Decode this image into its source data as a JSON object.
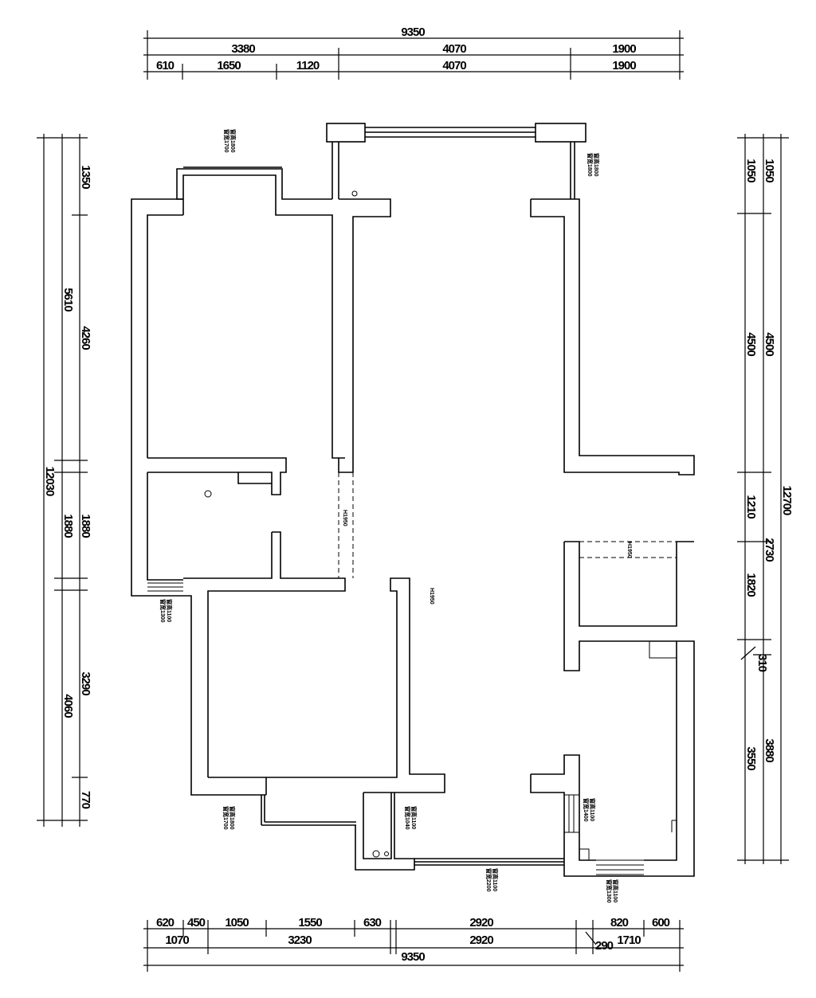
{
  "dimensions": {
    "top": {
      "total": "9350",
      "mid": [
        "3380",
        "4070",
        "1900"
      ],
      "inner": [
        "610",
        "1650",
        "1120",
        "4070",
        "1900"
      ]
    },
    "bottom": {
      "inner": [
        "620",
        "450",
        "1050",
        "1550",
        "630",
        "2920",
        "820",
        "600"
      ],
      "mid": [
        "1070",
        "3230",
        "2920",
        "290",
        "1710"
      ],
      "total": "9350"
    },
    "left": {
      "outer": [
        "1350",
        "4260",
        "1880",
        "3290",
        "770"
      ],
      "mid": [
        "5610",
        "1880",
        "4060"
      ],
      "total": "12030"
    },
    "right": {
      "outer": [
        "1050",
        "4500",
        "1210",
        "1820",
        "310",
        "3880"
      ],
      "mid": [
        "1050",
        "4500",
        "2730",
        "3550"
      ],
      "total": "12700"
    }
  },
  "labels": {
    "window_top_right_a": "窗宽1800",
    "window_top_right_b": "窗高1800",
    "window_top_left_a": "窗宽1700",
    "window_top_left_b": "窗高1800",
    "window_left_a": "窗宽1300",
    "window_left_b": "窗高1100",
    "door_dashed": "H1950",
    "door_center": "H1950",
    "door_right": "H1950",
    "window_bottom_left_a": "窗宽1700",
    "window_bottom_left_b": "窗高1800",
    "window_bottom_mid_a": "窗宽1040",
    "window_bottom_mid_b": "窗高1100",
    "window_bottom_a": "窗宽2200",
    "window_bottom_b": "窗高1100",
    "window_bottom_right_a": "窗宽1300",
    "window_bottom_right_b": "窗高1100",
    "window_right_a": "窗宽1400",
    "window_right_b": "窗高1100"
  }
}
